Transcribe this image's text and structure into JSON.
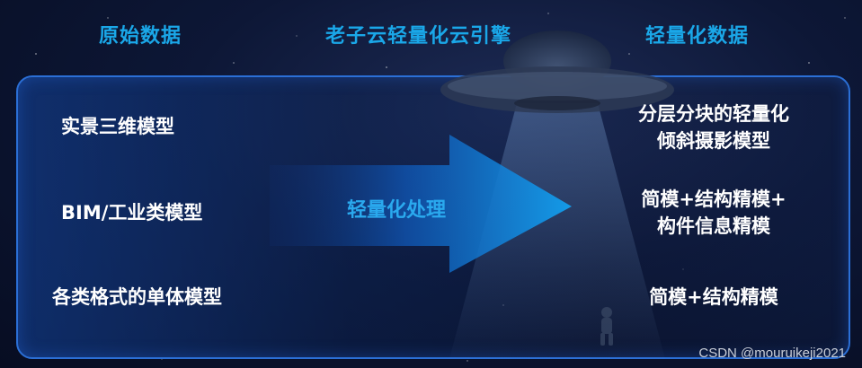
{
  "headers": {
    "raw_data": "原始数据",
    "engine": "老子云轻量化云引擎",
    "light_data": "轻量化数据"
  },
  "left_items": [
    "实景三维模型",
    "BIM/工业类模型",
    "各类格式的单体模型"
  ],
  "process_label": "轻量化处理",
  "right_items": [
    {
      "line1": "分层分块的轻量化",
      "line2": "倾斜摄影模型"
    },
    {
      "line1": "简模+结构精模+",
      "line2": "构件信息精模"
    },
    {
      "line1": "简模+结构精模",
      "line2": ""
    }
  ],
  "watermark": "CSDN @mouruikeji2021",
  "colors": {
    "accent": "#1aa7e8",
    "panel_border": "#2b6fd6",
    "background": "#0d1736"
  }
}
